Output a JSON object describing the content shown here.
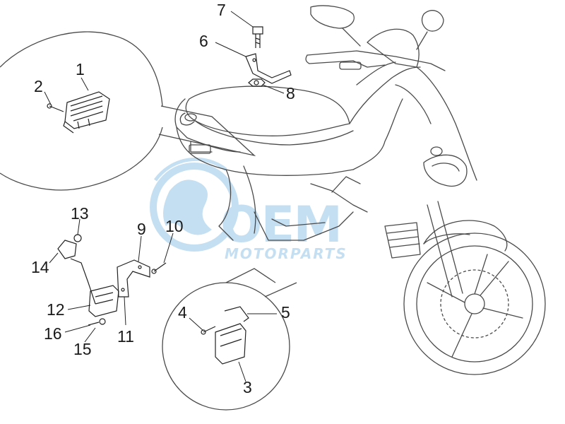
{
  "parts": [
    {
      "id": "1",
      "label": "1"
    },
    {
      "id": "2",
      "label": "2"
    },
    {
      "id": "3",
      "label": "3"
    },
    {
      "id": "4",
      "label": "4"
    },
    {
      "id": "5",
      "label": "5"
    },
    {
      "id": "6",
      "label": "6"
    },
    {
      "id": "7",
      "label": "7"
    },
    {
      "id": "8",
      "label": "8"
    },
    {
      "id": "9",
      "label": "9"
    },
    {
      "id": "10",
      "label": "10"
    },
    {
      "id": "11",
      "label": "11"
    },
    {
      "id": "12",
      "label": "12"
    },
    {
      "id": "13",
      "label": "13"
    },
    {
      "id": "14",
      "label": "14"
    },
    {
      "id": "15",
      "label": "15"
    },
    {
      "id": "16",
      "label": "16"
    }
  ],
  "watermark": {
    "brand": "OEM",
    "subtitle": "MOTORPARTS",
    "color": "#5aa6dc"
  },
  "colors": {
    "outline": "#4a4a4a",
    "parts": "#222222"
  }
}
